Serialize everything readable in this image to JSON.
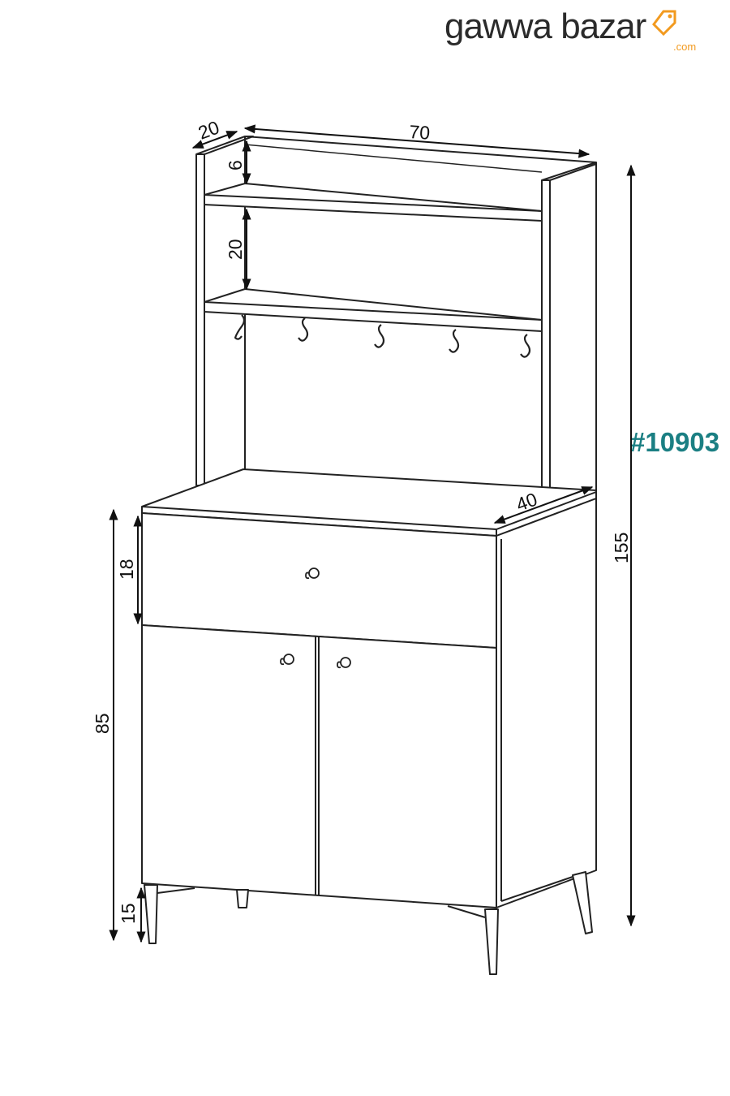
{
  "brand": {
    "name": "gawwa bazar",
    "domain": ".com",
    "accent_color": "#f29a1f",
    "text_color": "#2b2b2b"
  },
  "product_code": "#10903",
  "product_code_color": "#1b7f83",
  "dimensions": {
    "hutch_depth": "20",
    "width": "70",
    "top_gap": "6",
    "shelf_gap": "20",
    "cabinet_depth": "40",
    "drawer_height": "18",
    "total_height": "155",
    "cabinet_height": "85",
    "leg_height": "15"
  },
  "hooks": {
    "count": 5,
    "icon": "s-hook-icon"
  },
  "handles": {
    "count": 3,
    "icon": "round-knob-icon"
  }
}
